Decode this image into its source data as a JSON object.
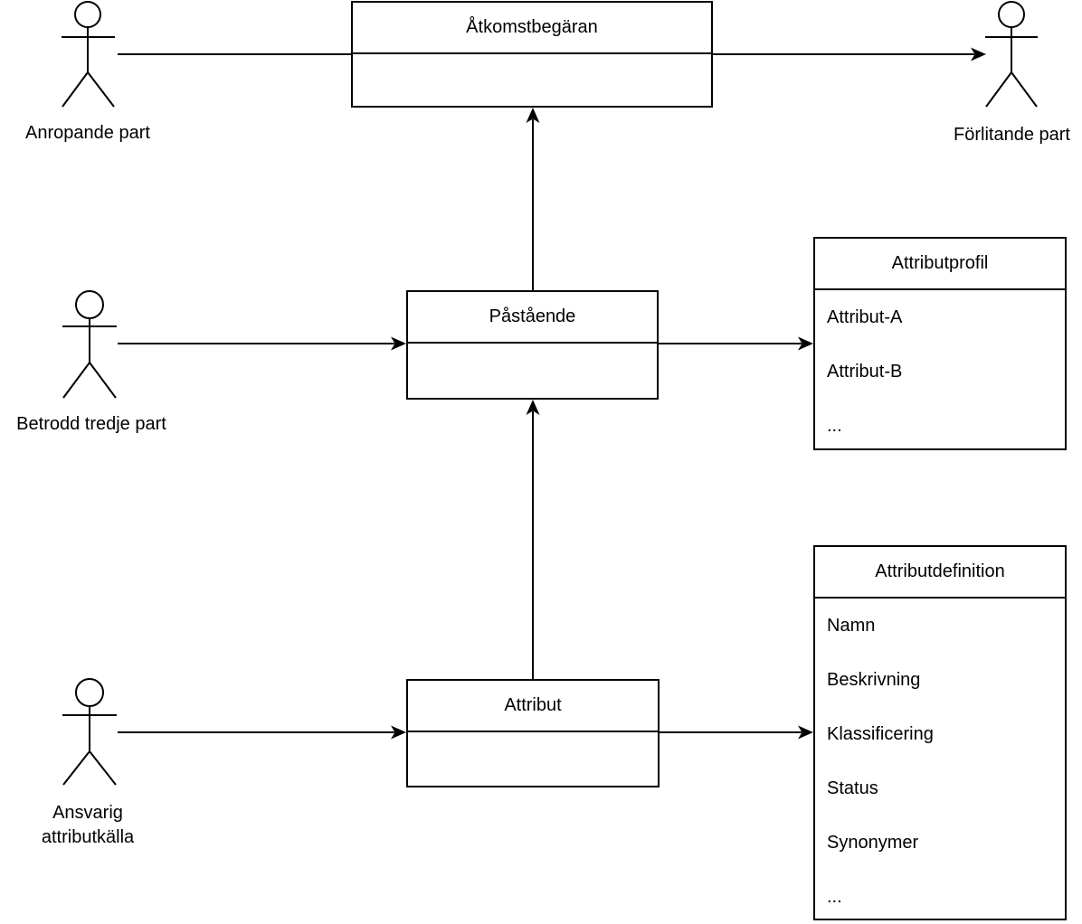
{
  "diagram": {
    "type": "uml-actor-class-diagram",
    "colors": {
      "stroke": "#000000",
      "background": "#ffffff",
      "text": "#000000"
    },
    "actors": [
      {
        "id": "anropande-part",
        "label": "Anropande part"
      },
      {
        "id": "betrodd-tredje-part",
        "label": "Betrodd tredje part"
      },
      {
        "id": "ansvarig-attributkalla",
        "label_lines": [
          "Ansvarig",
          "attributkälla"
        ]
      },
      {
        "id": "forlitande-part",
        "label": "Förlitande part"
      }
    ],
    "boxes": [
      {
        "id": "atkomstbegaran",
        "title": "Åtkomstbegäran",
        "items": []
      },
      {
        "id": "pastaende",
        "title": "Påstående",
        "items": []
      },
      {
        "id": "attribut",
        "title": "Attribut",
        "items": []
      },
      {
        "id": "attributprofil",
        "title": "Attributprofil",
        "items": [
          "Attribut-A",
          "Attribut-B",
          "..."
        ]
      },
      {
        "id": "attributdefinition",
        "title": "Attributdefinition",
        "items": [
          "Namn",
          "Beskrivning",
          "Klassificering",
          "Status",
          "Synonymer",
          "..."
        ]
      }
    ],
    "connectors": [
      {
        "from": "Anropande part",
        "to": "Förlitande part",
        "via": "Åtkomstbegäran",
        "direction": "right"
      },
      {
        "from": "Betrodd tredje part",
        "to": "Påstående",
        "direction": "right"
      },
      {
        "from": "Påstående",
        "to": "Attributprofil",
        "direction": "right"
      },
      {
        "from": "Ansvarig attributkälla",
        "to": "Attribut",
        "direction": "right"
      },
      {
        "from": "Attribut",
        "to": "Attributdefinition",
        "direction": "right"
      },
      {
        "from": "Påstående",
        "to": "Åtkomstbegäran",
        "direction": "up"
      },
      {
        "from": "Attribut",
        "to": "Påstående",
        "direction": "up"
      }
    ]
  }
}
